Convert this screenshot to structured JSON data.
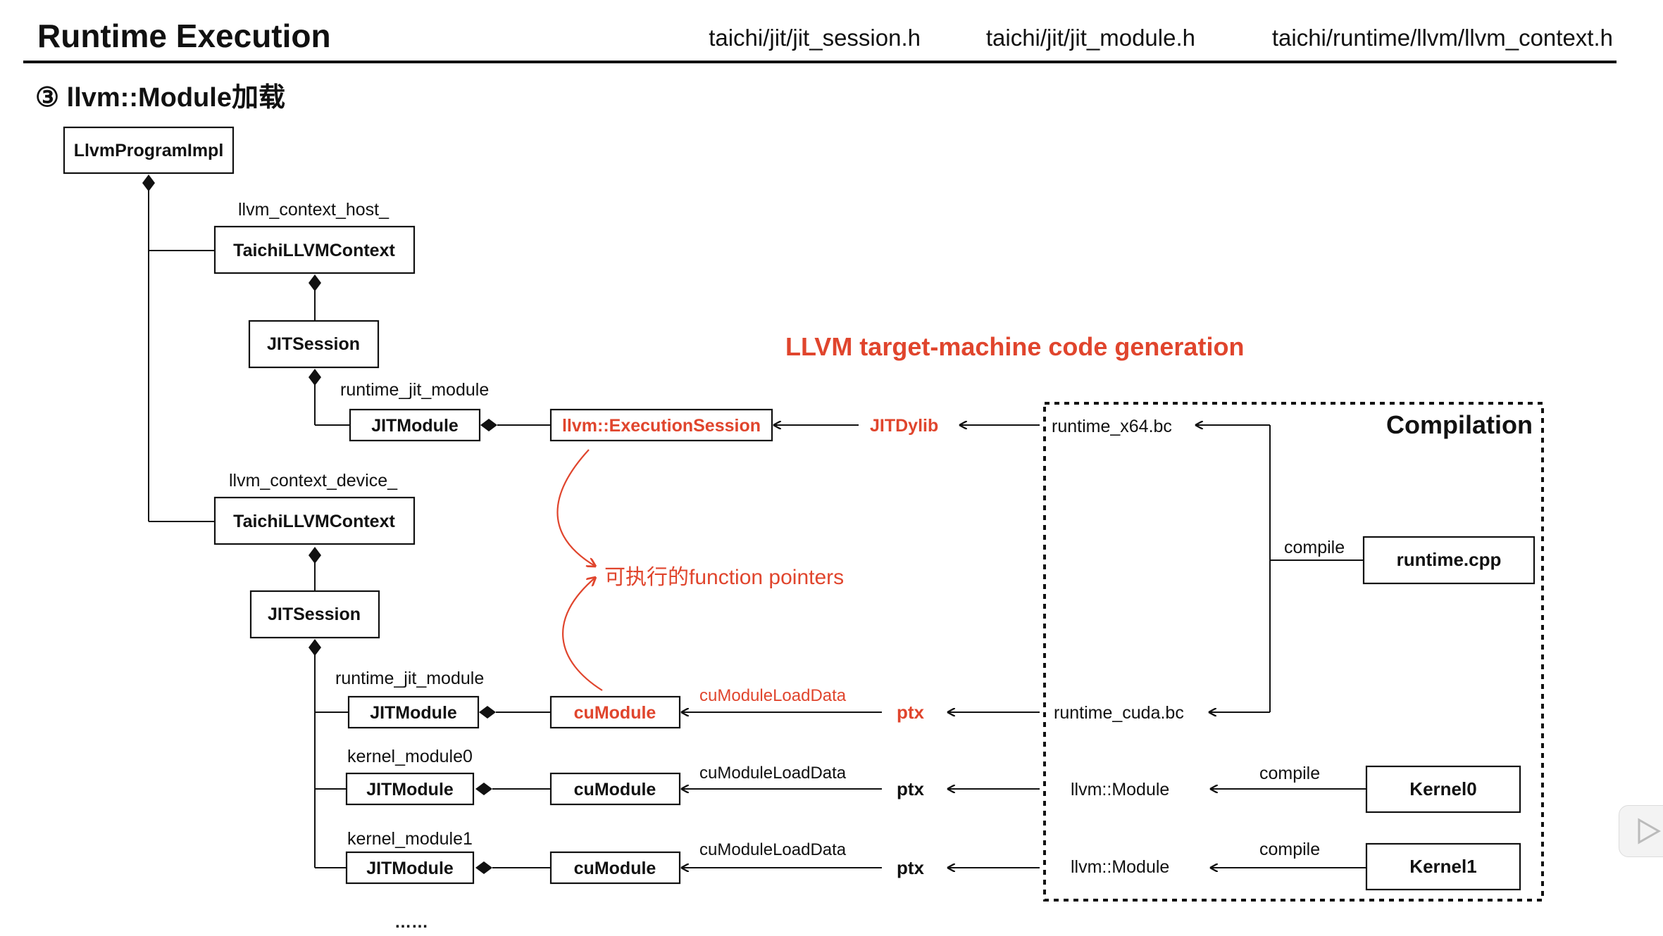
{
  "header": {
    "title": "Runtime Execution",
    "files": [
      "taichi/jit/jit_session.h",
      "taichi/jit/jit_module.h",
      "taichi/runtime/llvm/llvm_context.h"
    ]
  },
  "section": {
    "title": "③ llvm::Module加载"
  },
  "nodes": {
    "program": "LlvmProgramImpl",
    "ctx_host": "TaichiLLVMContext",
    "session_host": "JITSession",
    "jit_host": "JITModule",
    "exec_session": "llvm::ExecutionSession",
    "jitdylib": "JITDylib",
    "runtime_x64": "runtime_x64.bc",
    "compilation": "Compilation",
    "runtime_cpp": "runtime.cpp",
    "ctx_device": "TaichiLLVMContext",
    "session_device": "JITSession",
    "jit_dev0": "JITModule",
    "jit_dev1": "JITModule",
    "jit_dev2": "JITModule",
    "cu0": "cuModule",
    "cu1": "cuModule",
    "cu2": "cuModule",
    "ptx0": "ptx",
    "ptx1": "ptx",
    "ptx2": "ptx",
    "runtime_cuda": "runtime_cuda.bc",
    "llvm_mod1": "llvm::Module",
    "llvm_mod2": "llvm::Module",
    "kernel0": "Kernel0",
    "kernel1": "Kernel1"
  },
  "labels": {
    "llvm_context_host": "llvm_context_host_",
    "runtime_jit_module_host": "runtime_jit_module",
    "llvm_context_device": "llvm_context_device_",
    "runtime_jit_module_dev": "runtime_jit_module",
    "kernel_module0": "kernel_module0",
    "kernel_module1": "kernel_module1",
    "codegen": "LLVM target-machine code generation",
    "fn_pointers": "可执行的function pointers",
    "cu_load0": "cuModuleLoadData",
    "cu_load1": "cuModuleLoadData",
    "cu_load2": "cuModuleLoadData",
    "compile_runtime": "compile",
    "compile_k0": "compile",
    "compile_k1": "compile",
    "ellipsis": "……"
  },
  "colors": {
    "accent": "#e0452d",
    "text": "#111111",
    "line": "#111111"
  }
}
